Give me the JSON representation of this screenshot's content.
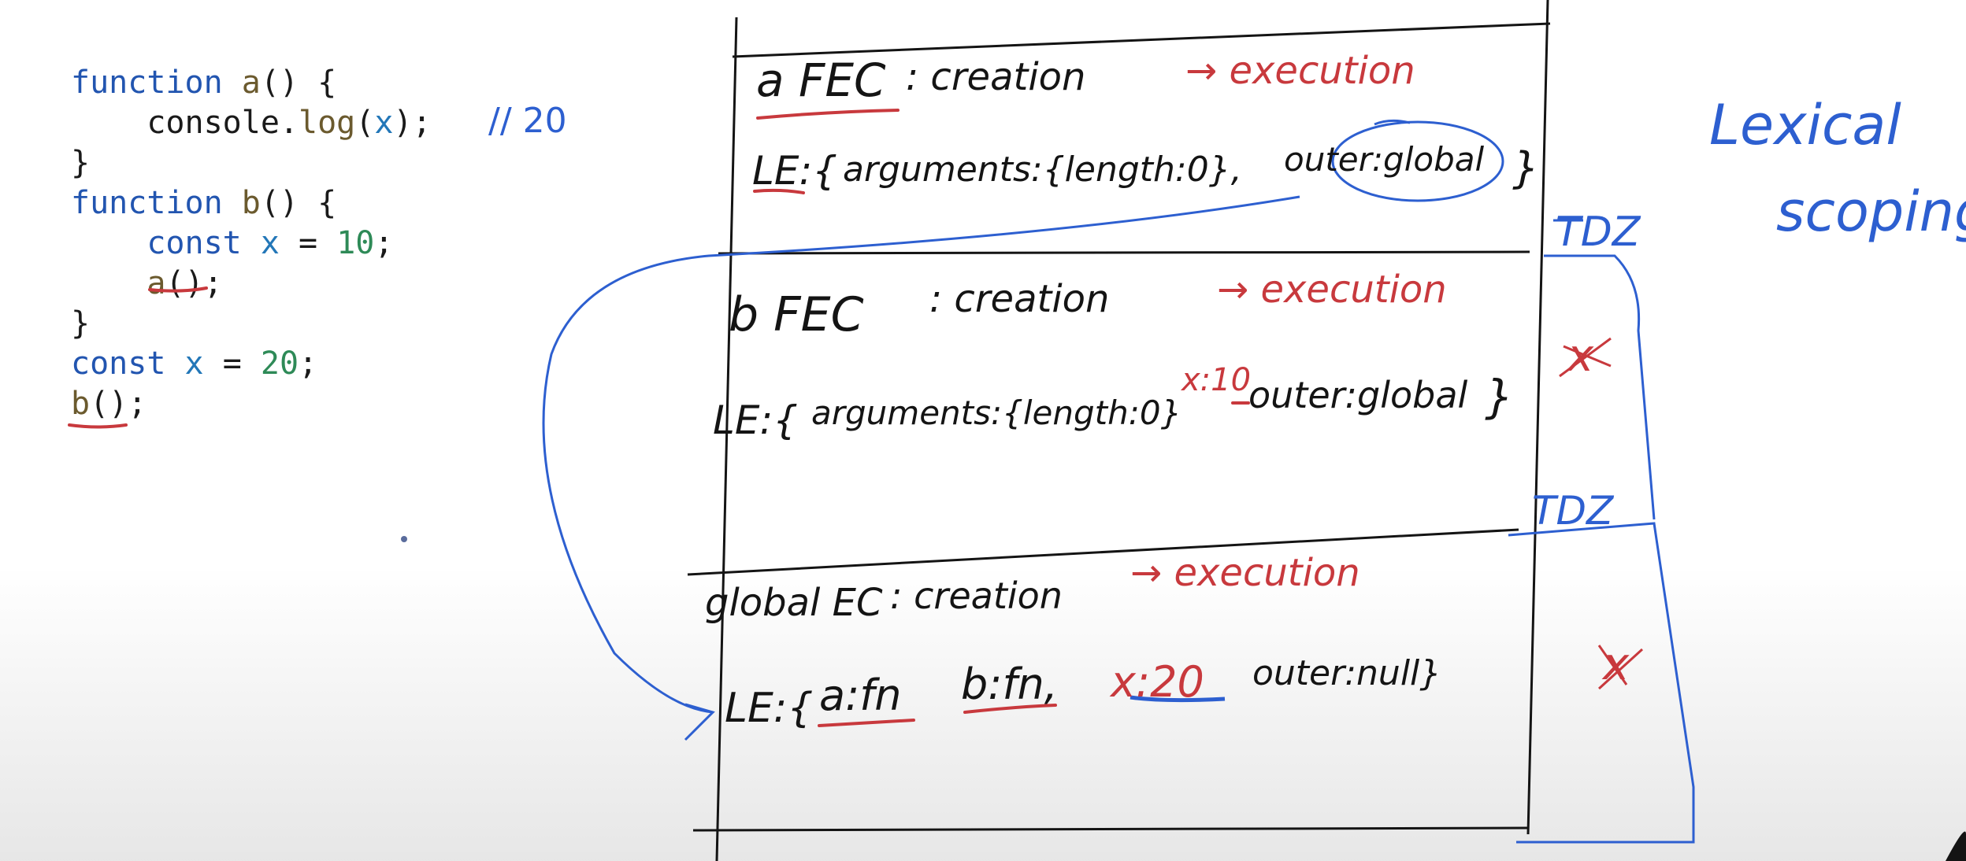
{
  "code": {
    "lines": [
      {
        "tokens": [
          {
            "t": "function",
            "c": "kw"
          },
          {
            "t": " ",
            "c": ""
          },
          {
            "t": "a",
            "c": "fn"
          },
          {
            "t": "() {",
            "c": ""
          }
        ]
      },
      {
        "tokens": [
          {
            "t": "    console.",
            "c": ""
          },
          {
            "t": "log",
            "c": "fn"
          },
          {
            "t": "(",
            "c": ""
          },
          {
            "t": "x",
            "c": "var"
          },
          {
            "t": ");",
            "c": ""
          }
        ]
      },
      {
        "tokens": [
          {
            "t": "}",
            "c": ""
          }
        ]
      },
      {
        "tokens": [
          {
            "t": "function",
            "c": "kw"
          },
          {
            "t": " ",
            "c": ""
          },
          {
            "t": "b",
            "c": "fn"
          },
          {
            "t": "() {",
            "c": ""
          }
        ]
      },
      {
        "tokens": [
          {
            "t": "    const",
            "c": "kw"
          },
          {
            "t": " ",
            "c": ""
          },
          {
            "t": "x",
            "c": "var"
          },
          {
            "t": " = ",
            "c": ""
          },
          {
            "t": "10",
            "c": "num"
          },
          {
            "t": ";",
            "c": ""
          }
        ]
      },
      {
        "tokens": [
          {
            "t": "    ",
            "c": ""
          },
          {
            "t": "a",
            "c": "fn"
          },
          {
            "t": "();",
            "c": ""
          }
        ]
      },
      {
        "tokens": [
          {
            "t": "}",
            "c": ""
          }
        ]
      },
      {
        "tokens": [
          {
            "t": "const",
            "c": "kw"
          },
          {
            "t": " ",
            "c": ""
          },
          {
            "t": "x",
            "c": "var"
          },
          {
            "t": " = ",
            "c": ""
          },
          {
            "t": "20",
            "c": "num"
          },
          {
            "t": ";",
            "c": ""
          }
        ]
      },
      {
        "tokens": [
          {
            "t": "b",
            "c": "fn"
          },
          {
            "t": "();",
            "c": ""
          }
        ]
      }
    ],
    "output_note": "// 20"
  },
  "stack": {
    "a_frame": {
      "title": "a FEC",
      "phase_creation": ": creation",
      "phase_execution": "→ execution",
      "le_open": "LE:{",
      "le_args": "arguments:{length:0},",
      "le_outer": "outer:global",
      "le_close": "}"
    },
    "b_frame": {
      "title": "b FEC",
      "phase_creation": ": creation",
      "phase_execution": "→ execution",
      "le_open": "LE:{",
      "le_args": "arguments:{length:0}",
      "le_x": "x:10",
      "le_outer": "outer:global",
      "le_close": "}"
    },
    "global_frame": {
      "title": "global EC",
      "phase_creation": ": creation",
      "phase_execution": "→ execution",
      "le_open": "LE:{",
      "le_a": "a:fn",
      "le_b": "b:fn,",
      "le_x": "x:20",
      "le_outer": "outer:null}"
    }
  },
  "side_notes": {
    "tdz_upper": "TDZ",
    "tdz_lower": "TDZ",
    "x_crossed_upper": "x",
    "x_crossed_lower": "x",
    "lexical": "Lexical",
    "scoping": "scoping"
  },
  "colors": {
    "ink_black": "#141414",
    "ink_red": "#c8393d",
    "ink_blue": "#2d5fd0"
  }
}
